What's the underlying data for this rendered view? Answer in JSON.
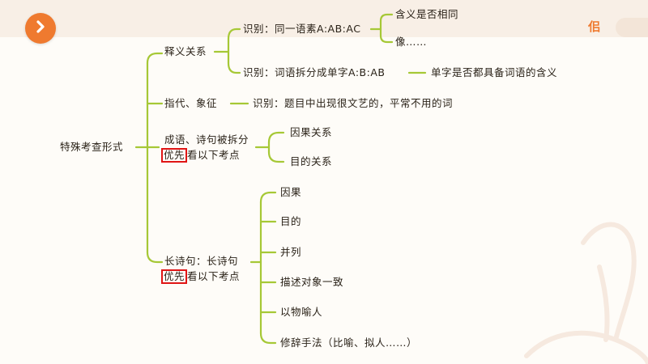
{
  "header": {
    "next_icon": "chevron-right-icon",
    "logo_text": "佀",
    "accent": "#ef7a2f",
    "line_color": "#a6c836",
    "highlight_color": "#e01515"
  },
  "diagram": {
    "root": "特殊考查形式",
    "b1": {
      "label": "释义关系",
      "s1": "识别：同一语素A:AB:AC",
      "s1a": "含义是否相同",
      "s1b": "像……",
      "s2": "识别：词语拆分成单字A:B:AB",
      "s2a": "单字是否都具备词语的含义"
    },
    "b2": {
      "label": "指代、象征",
      "s1": "识别：题目中出现很文艺的，平常不用的词"
    },
    "b3": {
      "line1": "成语、诗句被拆分",
      "hl": "优先",
      "rest": "看以下考点",
      "s1": "因果关系",
      "s2": "目的关系"
    },
    "b4": {
      "line1": "长诗句：长诗句",
      "hl": "优先",
      "rest": "看以下考点",
      "items": [
        "因果",
        "目的",
        "并列",
        "描述对象一致",
        "以物喻人",
        "修辞手法（比喻、拟人……）"
      ]
    }
  }
}
